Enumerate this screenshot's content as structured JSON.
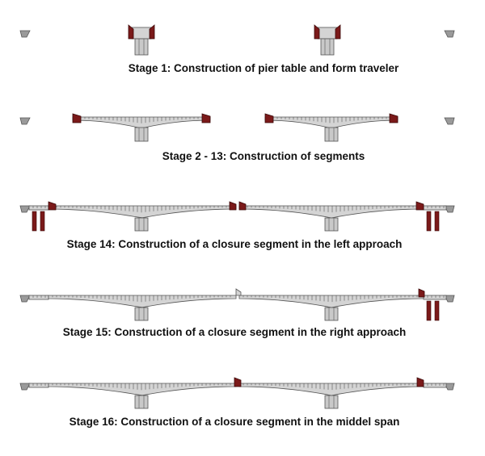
{
  "colors": {
    "deck_fill": "#d4d4d4",
    "outline": "#555555",
    "traveler": "#7b1a1a",
    "traveler_edge": "#3a0808",
    "pier": "#c9c9c9",
    "support": "#9a9a9a"
  },
  "stages": [
    {
      "id": "stage-1",
      "caption": "Stage 1: Construction of pier table and form traveler"
    },
    {
      "id": "stage-2-13",
      "caption": "Stage 2 - 13: Construction of segments"
    },
    {
      "id": "stage-14",
      "caption": "Stage 14: Construction of a closure segment in the left approach"
    },
    {
      "id": "stage-15",
      "caption": "Stage 15: Construction of a closure segment in the right approach"
    },
    {
      "id": "stage-16",
      "caption": "Stage 16: Construction of a closure segment in the middel span"
    }
  ]
}
